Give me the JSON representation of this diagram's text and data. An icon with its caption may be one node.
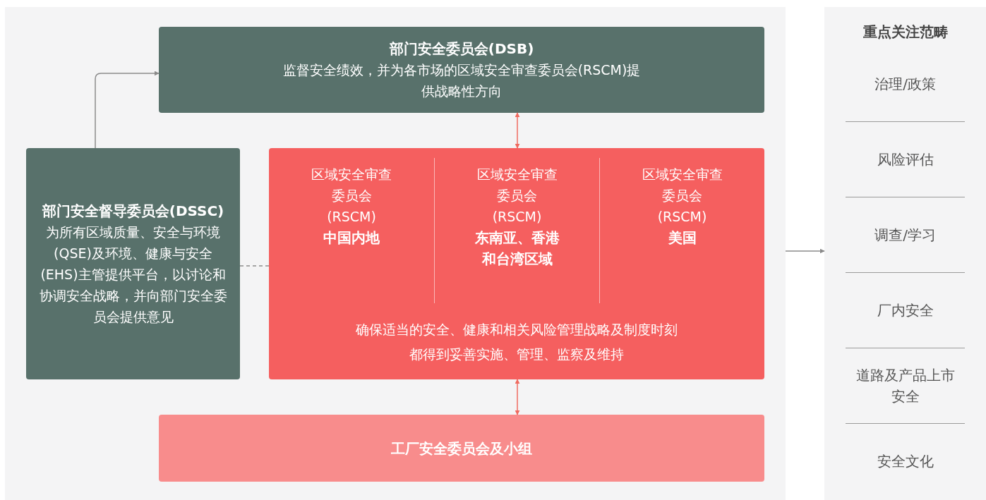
{
  "diagram": {
    "nodes": [
      {
        "text": [],
        "shape": "box"
      },
      {
        "text": [
          "部门安全委员会(DSB)",
          "监督安全绩效，并为各市场的区域安全审查委员会(RSCM)提供战略性方向"
        ],
        "in": 0
      },
      {
        "text": [
          "部门安全督导委员会(DSSC)",
          "为所有区域质量、安全与环境(QSE)及环境、健康与安全(EHS)主管提供平台，以讨论和协调安全战略，并向部门安全委员会提供意见"
        ],
        "in": 0
      },
      {
        "text": [
          "区域安全审查委员会(RSCM)",
          "中国内地",
          "区域安全审查委员会(RSCM)",
          "东南亚、香港和台湾区域",
          "区域安全审查委员会(RSCM)",
          "美国",
          "确保适当的安全、健康和相关风险管理战略及制度时刻都得到妥善实施、管理、监察及维持"
        ],
        "in": 0
      },
      {
        "text": [
          "工厂安全委员会及小组"
        ],
        "in": 0
      },
      {
        "text": [
          "重点关注范畴",
          "治理/政策",
          "风险评估",
          "调查/学习",
          "厂内安全",
          "道路及产品上市安全",
          "安全文化"
        ]
      }
    ],
    "edges": [
      {
        "from": 2,
        "to": 1,
        "arrow": "to"
      },
      {
        "from": 1,
        "to": 3,
        "arrow": "both",
        "color": "#f06a5f"
      },
      {
        "from": 3,
        "to": 4,
        "arrow": "both",
        "color": "#f06a5f"
      },
      {
        "from": 2,
        "to": 3,
        "arrow": "none",
        "style": "dashed"
      },
      {
        "from": 0,
        "to": 5,
        "arrow": "to"
      }
    ]
  }
}
